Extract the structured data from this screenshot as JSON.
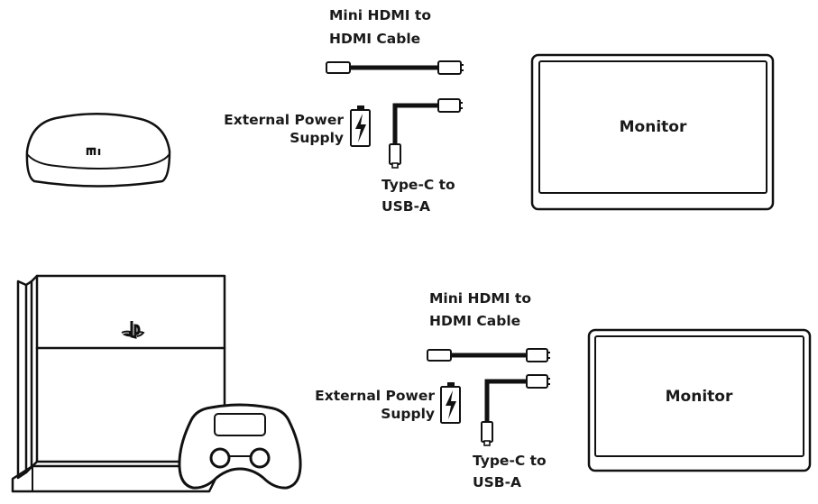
{
  "setups": [
    {
      "source_device": "Mi Box",
      "source_logo": "mi",
      "hdmi_cable_label": [
        "Mini HDMI to",
        "HDMI Cable"
      ],
      "power_label": [
        "External Power",
        "Supply"
      ],
      "usb_cable_label": [
        "Type-C to",
        "USB-A"
      ],
      "monitor_label": "Monitor",
      "power_icon": "battery-bolt-icon"
    },
    {
      "source_device": "PlayStation console with controller",
      "source_logo": "playstation-logo-icon",
      "hdmi_cable_label": [
        "Mini HDMI to",
        "HDMI Cable"
      ],
      "power_label": [
        "External Power",
        "Supply"
      ],
      "usb_cable_label": [
        "Type-C to",
        "USB-A"
      ],
      "monitor_label": "Monitor",
      "power_icon": "battery-bolt-icon"
    }
  ]
}
